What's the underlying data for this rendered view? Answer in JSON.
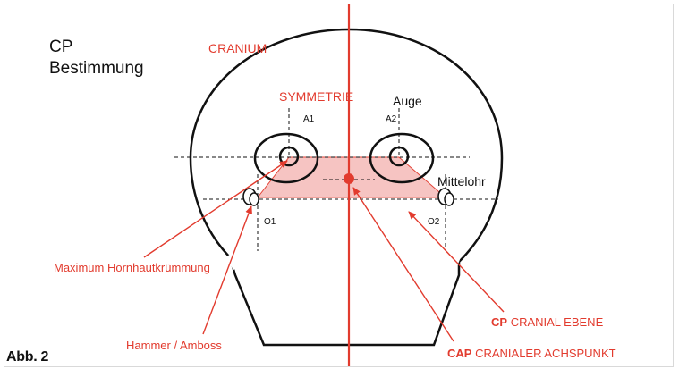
{
  "title": {
    "line1": "CP",
    "line2": "Bestimmung"
  },
  "labels": {
    "cranium": "CRANIUM",
    "symmetrie": "SYMMETRIE",
    "auge": "Auge",
    "a1": "A1",
    "a2": "A2",
    "mittelohr": "Mittelohr",
    "o1": "O1",
    "o2": "O2",
    "hornhaut": "Maximum Hornhautkrümmung",
    "hammer": "Hammer / Amboss",
    "cp_abbr": "CP",
    "cp_text": "CRANIAL EBENE",
    "cap_abbr": "CAP",
    "cap_text": "CRANIALER ACHSPUNKT"
  },
  "figure_label": "Abb. 2",
  "colors": {
    "accent_red": "#e23b2e",
    "plane_fill": "#f6c1bf",
    "line_black": "#111111"
  }
}
